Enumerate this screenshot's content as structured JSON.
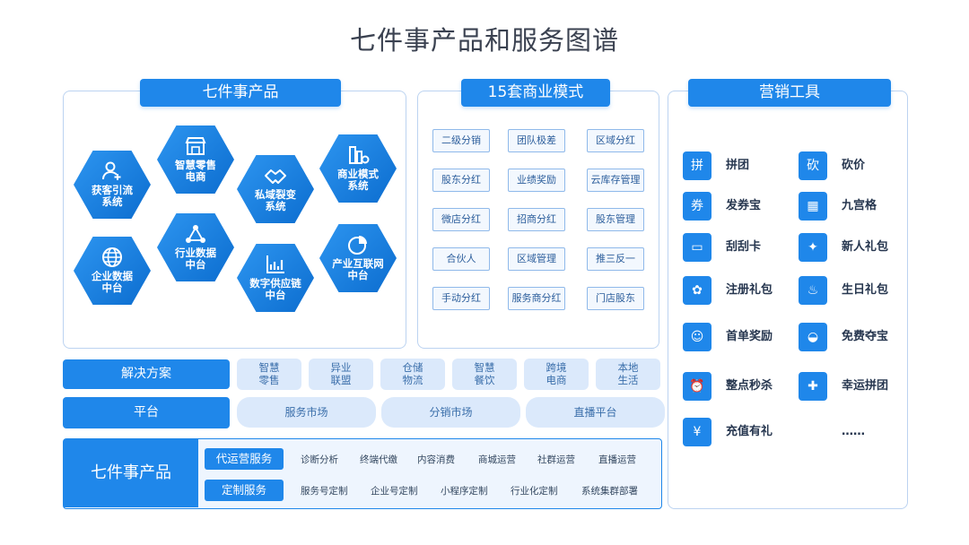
{
  "title": "七件事产品和服务图谱",
  "products_panel": {
    "header": "七件事产品",
    "hexes": [
      {
        "label": "获客引流\n系统",
        "icon": "user-add-icon"
      },
      {
        "label": "智慧零售\n电商",
        "icon": "storefront-icon"
      },
      {
        "label": "私域裂变\n系统",
        "icon": "handshake-icon"
      },
      {
        "label": "商业模式\n系统",
        "icon": "building-icon"
      },
      {
        "label": "企业数据\n中台",
        "icon": "globe-icon"
      },
      {
        "label": "行业数据\n中台",
        "icon": "network-icon"
      },
      {
        "label": "数字供应链\n中台",
        "icon": "bar-chart-icon"
      },
      {
        "label": "产业互联网\n中台",
        "icon": "pie-chart-icon"
      }
    ]
  },
  "models_panel": {
    "header": "15套商业模式",
    "tags": [
      "二级分销",
      "团队极差",
      "区域分红",
      "股东分红",
      "业绩奖励",
      "云库存管理",
      "微店分红",
      "招商分红",
      "股东管理",
      "合伙人",
      "区域管理",
      "推三反一",
      "手动分红",
      "服务商分红",
      "门店股东"
    ]
  },
  "tools_panel": {
    "header": "营销工具",
    "tools": [
      {
        "label": "拼团",
        "icon": "group-buy-icon",
        "glyph": "拼"
      },
      {
        "label": "砍价",
        "icon": "bargain-icon",
        "glyph": "砍"
      },
      {
        "label": "发券宝",
        "icon": "coupon-icon",
        "glyph": "券"
      },
      {
        "label": "九宫格",
        "icon": "grid-icon",
        "glyph": "▦"
      },
      {
        "label": "刮刮卡",
        "icon": "scratch-card-icon",
        "glyph": "▭"
      },
      {
        "label": "新人礼包",
        "icon": "gift-icon",
        "glyph": "✦"
      },
      {
        "label": "注册礼包",
        "icon": "register-gift-icon",
        "glyph": "✿"
      },
      {
        "label": "生日礼包",
        "icon": "cake-icon",
        "glyph": "♨"
      },
      {
        "label": "首单奖励",
        "icon": "first-order-icon",
        "glyph": "☺"
      },
      {
        "label": "免费夺宝",
        "icon": "treasure-icon",
        "glyph": "◒"
      },
      {
        "label": "整点秒杀",
        "icon": "alarm-icon",
        "glyph": "⏰"
      },
      {
        "label": "幸运拼团",
        "icon": "puzzle-icon",
        "glyph": "✚"
      },
      {
        "label": "充值有礼",
        "icon": "yuan-coin-icon",
        "glyph": "¥"
      },
      {
        "label": "……",
        "icon": "",
        "glyph": ""
      }
    ]
  },
  "solutions_row": {
    "label": "解决方案",
    "items": [
      "智慧\n零售",
      "异业\n联盟",
      "仓储\n物流",
      "智慧\n餐饮",
      "跨境\n电商",
      "本地\n生活"
    ]
  },
  "platform_row": {
    "label": "平台",
    "items": [
      "服务市场",
      "分销市场",
      "直播平台"
    ]
  },
  "bottom": {
    "title": "七件事产品",
    "rows": [
      {
        "label": "代运营服务",
        "items": [
          "诊断分析",
          "终端代缴",
          "内容消费",
          "商城运营",
          "社群运营",
          "直播运营"
        ]
      },
      {
        "label": "定制服务",
        "items": [
          "服务号定制",
          "企业号定制",
          "小程序定制",
          "行业化定制",
          "系统集群部署"
        ]
      }
    ]
  },
  "colors": {
    "accent": "#1f87ea",
    "pill": "#dbe9fb",
    "border": "#bcd3f1"
  }
}
